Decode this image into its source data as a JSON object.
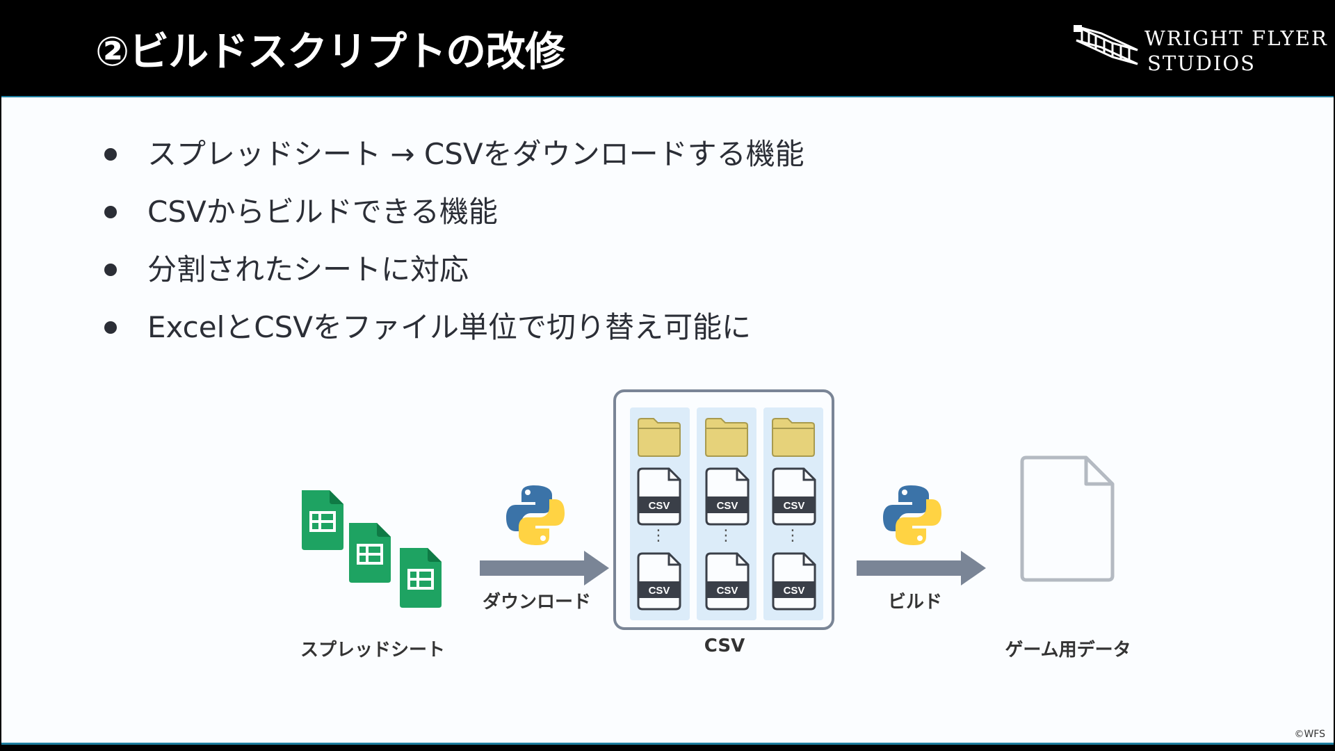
{
  "slide": {
    "title": "②ビルドスクリプトの改修",
    "logo": {
      "line1": "WRIGHT FLYER",
      "line2": "STUDIOS"
    },
    "bullets": [
      "スプレッドシート → CSVをダウンロードする機能",
      "CSVからビルドできる機能",
      "分割されたシートに対応",
      "ExcelとCSVをファイル単位で切り替え可能に"
    ],
    "diagram": {
      "spreadsheet_label": "スプレッドシート",
      "download_label": "ダウンロード",
      "csv_label": "CSV",
      "build_label": "ビルド",
      "game_data_label": "ゲーム用データ",
      "file_badge": "CSV",
      "ellipsis": "⋮"
    },
    "credit": "©WFS"
  },
  "colors": {
    "header_bg": "#000000",
    "accent_line": "#1e7fa0",
    "body_text": "#2b2e36",
    "sheets_green": "#1ea362",
    "arrow_gray": "#7a8596",
    "folder_yellow": "#e6d27a",
    "column_bg": "#dcecf9",
    "python_blue": "#3b73a8",
    "python_yellow": "#ffd343"
  },
  "icons": [
    "google-sheets-icon",
    "python-icon",
    "folder-icon",
    "csv-file-icon",
    "blank-document-icon",
    "right-arrow-icon",
    "wright-flyer-plane-logo"
  ]
}
